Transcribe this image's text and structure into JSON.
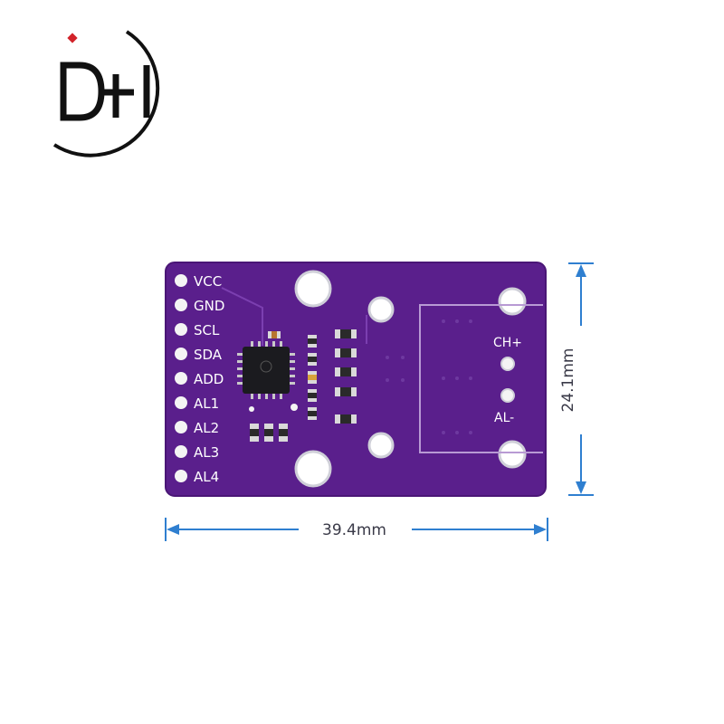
{
  "logo": {
    "text": "D+I"
  },
  "board": {
    "pins": [
      "VCC",
      "GND",
      "SCL",
      "SDA",
      "ADD",
      "AL1",
      "AL2",
      "AL3",
      "AL4"
    ],
    "right_labels": {
      "ch_plus": "CH+",
      "al_minus": "AL-"
    }
  },
  "dimensions": {
    "width": "39.4mm",
    "height": "24.1mm"
  },
  "colors": {
    "pcb": "#5a1f8c",
    "pcb_edge": "#4a1676",
    "dimension_line": "#2f7fd0",
    "pad": "#f4f4f4"
  }
}
